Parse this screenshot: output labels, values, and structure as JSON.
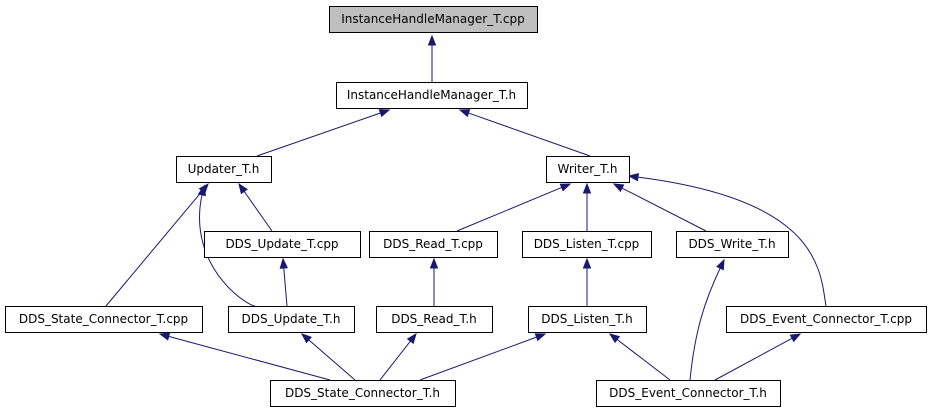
{
  "graph": {
    "nodes": [
      {
        "id": "ihm_cpp",
        "label": "InstanceHandleManager_T.cpp",
        "root": true
      },
      {
        "id": "ihm_h",
        "label": "InstanceHandleManager_T.h"
      },
      {
        "id": "updater_h",
        "label": "Updater_T.h"
      },
      {
        "id": "writer_h",
        "label": "Writer_T.h"
      },
      {
        "id": "dds_update_cpp",
        "label": "DDS_Update_T.cpp"
      },
      {
        "id": "dds_read_cpp",
        "label": "DDS_Read_T.cpp"
      },
      {
        "id": "dds_listen_cpp",
        "label": "DDS_Listen_T.cpp"
      },
      {
        "id": "dds_write_h",
        "label": "DDS_Write_T.h"
      },
      {
        "id": "dds_state_conn_cpp",
        "label": "DDS_State_Connector_T.cpp"
      },
      {
        "id": "dds_update_h",
        "label": "DDS_Update_T.h"
      },
      {
        "id": "dds_read_h",
        "label": "DDS_Read_T.h"
      },
      {
        "id": "dds_listen_h",
        "label": "DDS_Listen_T.h"
      },
      {
        "id": "dds_event_conn_cpp",
        "label": "DDS_Event_Connector_T.cpp"
      },
      {
        "id": "dds_state_conn_h",
        "label": "DDS_State_Connector_T.h"
      },
      {
        "id": "dds_event_conn_h",
        "label": "DDS_Event_Connector_T.h"
      }
    ],
    "edges": [
      {
        "from": "ihm_h",
        "to": "ihm_cpp"
      },
      {
        "from": "updater_h",
        "to": "ihm_h"
      },
      {
        "from": "writer_h",
        "to": "ihm_h"
      },
      {
        "from": "dds_update_cpp",
        "to": "updater_h"
      },
      {
        "from": "dds_state_conn_cpp",
        "to": "updater_h"
      },
      {
        "from": "dds_update_h",
        "to": "updater_h"
      },
      {
        "from": "dds_update_h",
        "to": "dds_update_cpp"
      },
      {
        "from": "dds_read_cpp",
        "to": "writer_h"
      },
      {
        "from": "dds_listen_cpp",
        "to": "writer_h"
      },
      {
        "from": "dds_write_h",
        "to": "writer_h"
      },
      {
        "from": "dds_event_conn_cpp",
        "to": "writer_h"
      },
      {
        "from": "dds_read_h",
        "to": "dds_read_cpp"
      },
      {
        "from": "dds_listen_h",
        "to": "dds_listen_cpp"
      },
      {
        "from": "dds_state_conn_h",
        "to": "dds_state_conn_cpp"
      },
      {
        "from": "dds_state_conn_h",
        "to": "dds_update_h"
      },
      {
        "from": "dds_state_conn_h",
        "to": "dds_read_h"
      },
      {
        "from": "dds_state_conn_h",
        "to": "dds_listen_h"
      },
      {
        "from": "dds_event_conn_h",
        "to": "dds_listen_h"
      },
      {
        "from": "dds_event_conn_h",
        "to": "dds_write_h"
      },
      {
        "from": "dds_event_conn_h",
        "to": "dds_event_conn_cpp"
      }
    ]
  },
  "colors": {
    "edge": "#191970",
    "root_fill": "#bfbfbf",
    "node_fill": "#ffffff",
    "border": "#000000"
  }
}
